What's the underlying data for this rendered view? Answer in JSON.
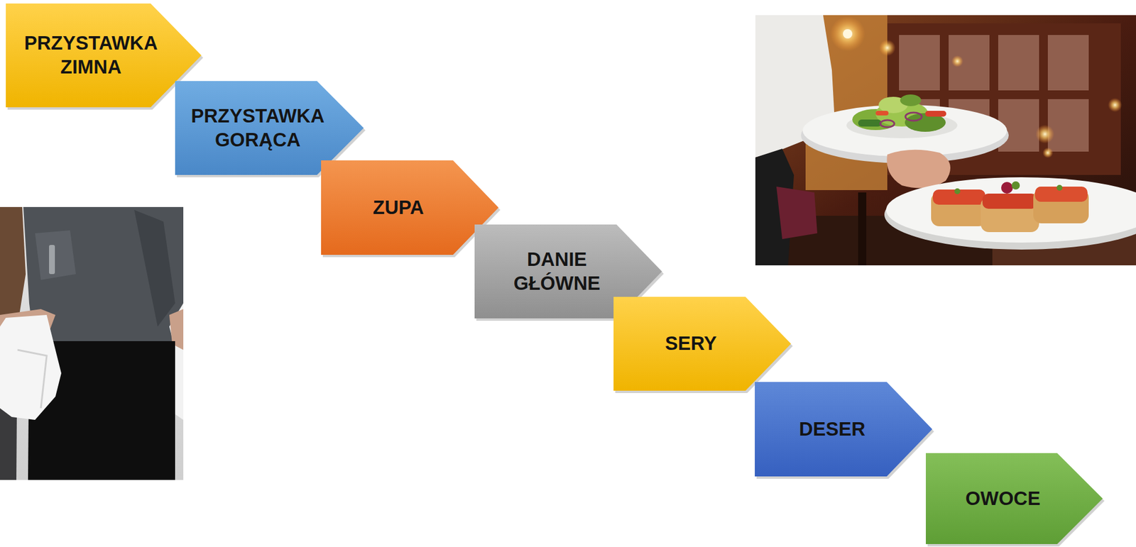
{
  "diagram": {
    "nodes": [
      {
        "text": [
          "PRZYSTAWKA ZIMNA"
        ]
      },
      {
        "text": [
          "PRZYSTAWKA GORĄCA"
        ]
      },
      {
        "text": [
          "ZUPA"
        ]
      },
      {
        "text": [
          "DANIE GŁÓWNE"
        ]
      },
      {
        "text": [
          "SERY"
        ]
      },
      {
        "text": [
          "DESER"
        ]
      },
      {
        "text": [
          "OWOCE"
        ]
      }
    ]
  }
}
